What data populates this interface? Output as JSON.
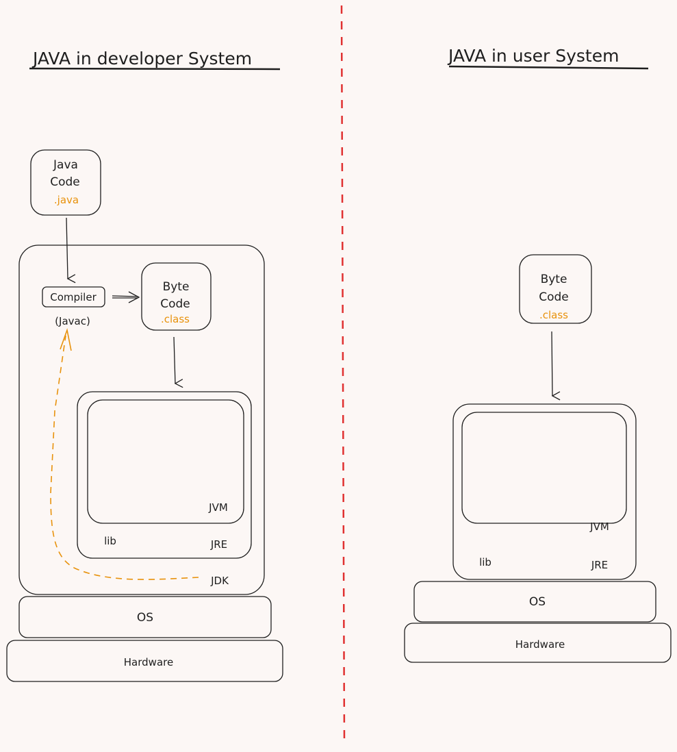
{
  "left_panel": {
    "title": "JAVA in developer System",
    "java_code_box": {
      "line1": "Java",
      "line2": "Code",
      "extension": ".java"
    },
    "compiler": {
      "label": "Compiler",
      "sublabel": "(Javac)"
    },
    "byte_code_box": {
      "line1": "Byte",
      "line2": "Code",
      "extension": ".class"
    },
    "jvm_label": "JVM",
    "lib_label": "lib",
    "jre_label": "JRE",
    "jdk_label": "JDK",
    "os_label": "OS",
    "hardware_label": "Hardware"
  },
  "right_panel": {
    "title": "JAVA in user System",
    "byte_code_box": {
      "line1": "Byte",
      "line2": "Code",
      "extension": ".class"
    },
    "jvm_label": "JVM",
    "lib_label": "lib",
    "jre_label": "JRE",
    "os_label": "OS",
    "hardware_label": "Hardware"
  },
  "colors": {
    "accent": "#e8920c",
    "divider": "#e03131",
    "stroke": "#1e1e1e",
    "background": "#fcf7f5"
  }
}
